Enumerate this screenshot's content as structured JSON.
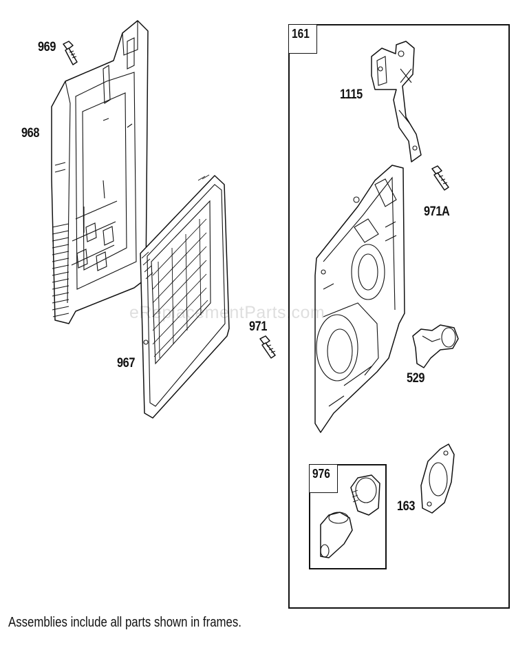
{
  "labels": {
    "p969": "969",
    "p968": "968",
    "p967": "967",
    "p971": "971",
    "p161": "161",
    "p1115": "1115",
    "p971a": "971A",
    "p529": "529",
    "p976": "976",
    "p163": "163"
  },
  "footnote": "Assemblies include all parts shown in frames.",
  "watermark": "eReplacementParts.com"
}
